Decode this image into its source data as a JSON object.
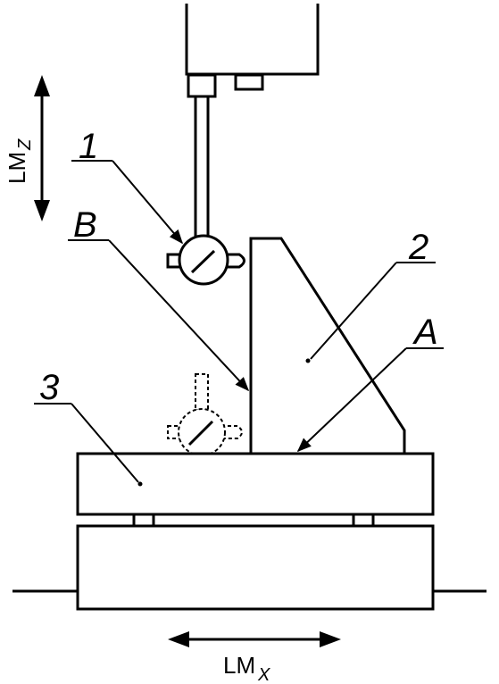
{
  "labels": {
    "part1": "1",
    "part2": "2",
    "part3": "3",
    "pointA": "A",
    "pointB": "B"
  },
  "motions": {
    "vertical": {
      "base": "LM",
      "subscript": "Z"
    },
    "horizontal": {
      "base": "LM",
      "subscript": "X"
    }
  }
}
